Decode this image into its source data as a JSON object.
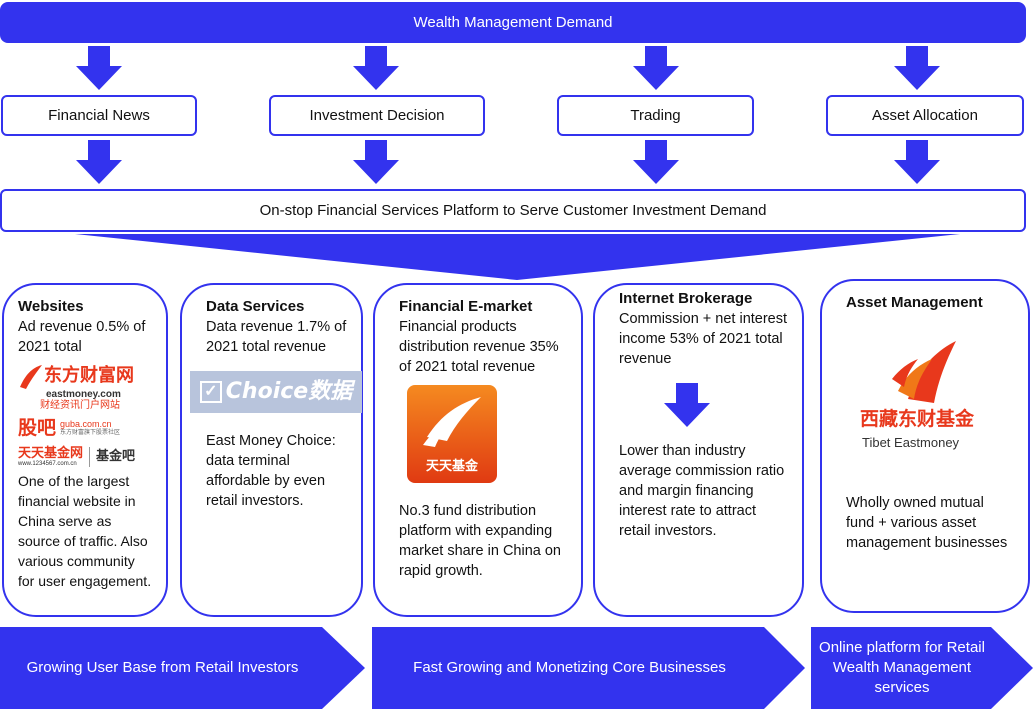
{
  "header": {
    "title": "Wealth Management Demand"
  },
  "stages": [
    {
      "label": "Financial News"
    },
    {
      "label": "Investment Decision"
    },
    {
      "label": "Trading"
    },
    {
      "label": "Asset Allocation"
    }
  ],
  "platform": {
    "label": "On-stop Financial Services Platform to Serve Customer Investment Demand"
  },
  "cards": {
    "websites": {
      "title": "Websites",
      "subtitle": "Ad revenue 0.5% of 2021 total",
      "logo1_main": "东方财富网",
      "logo1_sub": "eastmoney.com",
      "logo1_cn": "财经资讯门户网站",
      "logo2_main": "股吧",
      "logo2_sub": "guba.com.cn",
      "logo2_cn": "东方财富旗下股票社区",
      "logo3_main": "天天基金网",
      "logo3_sub": "www.1234567.com.cn",
      "logo3_right": "基金吧",
      "body": "One of the largest financial website in China serve as source of traffic. Also various community for user engagement."
    },
    "data": {
      "title": "Data Services",
      "subtitle": "Data revenue 1.7% of 2021 total revenue",
      "logo": "Choice数据",
      "body": "East Money Choice: data terminal affordable by even retail investors."
    },
    "emarket": {
      "title": "Financial E-market",
      "subtitle": "Financial products distribution revenue 35% of 2021 total revenue",
      "logo": "天天基金",
      "body": "No.3 fund distribution platform with expanding market share in China on rapid growth."
    },
    "brokerage": {
      "title": "Internet Brokerage",
      "subtitle": "Commission + net interest income 53% of 2021 total revenue",
      "body": "Lower than industry average commission ratio and margin financing interest rate to attract retail investors."
    },
    "asset": {
      "title": "Asset Management",
      "logo_cn": "西藏东财基金",
      "logo_en": "Tibet Eastmoney",
      "body": "Wholly owned mutual fund + various asset management businesses"
    }
  },
  "bottom": [
    {
      "label": "Growing User Base from Retail Investors"
    },
    {
      "label": "Fast Growing and Monetizing Core Businesses"
    },
    {
      "label": "Online platform for Retail Wealth Management services"
    }
  ],
  "colors": {
    "accent": "#3333ee",
    "logo_red": "#e8381c",
    "logo_orange": "#f07818"
  }
}
